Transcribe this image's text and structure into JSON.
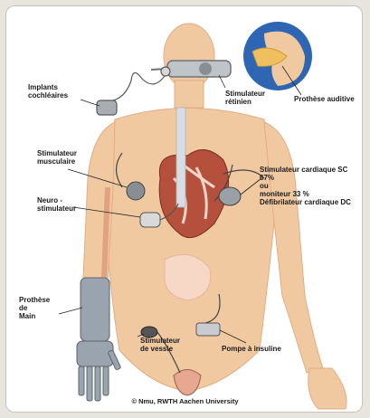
{
  "labels": {
    "cochlear": "Implants\ncochléaires",
    "retinal": "Stimulateur\nrétinien",
    "hearing": "Prothèse auditive",
    "muscle": "Stimulateur\nmusculaire",
    "neuro": "Neuro -\nstimulateur",
    "cardiac": "Stimulateur cardiaque SC\n67%\nou\nmoniteur        33 %\nDéfibrilateur cardiaque DC",
    "hand": "Prothèse\nde\nMain",
    "bladder": "Stimulateur\nde vessie",
    "insulin": "Pompe à insuline"
  },
  "credit": "© Nmu, RWTH Aachen University",
  "colors": {
    "skin": "#f1c9a1",
    "skin_shade": "#e3b088",
    "heart": "#b5503d",
    "device": "#8a8e94",
    "ear_bg": "#2f66b3",
    "prosthesis": "#9aa4ae"
  }
}
